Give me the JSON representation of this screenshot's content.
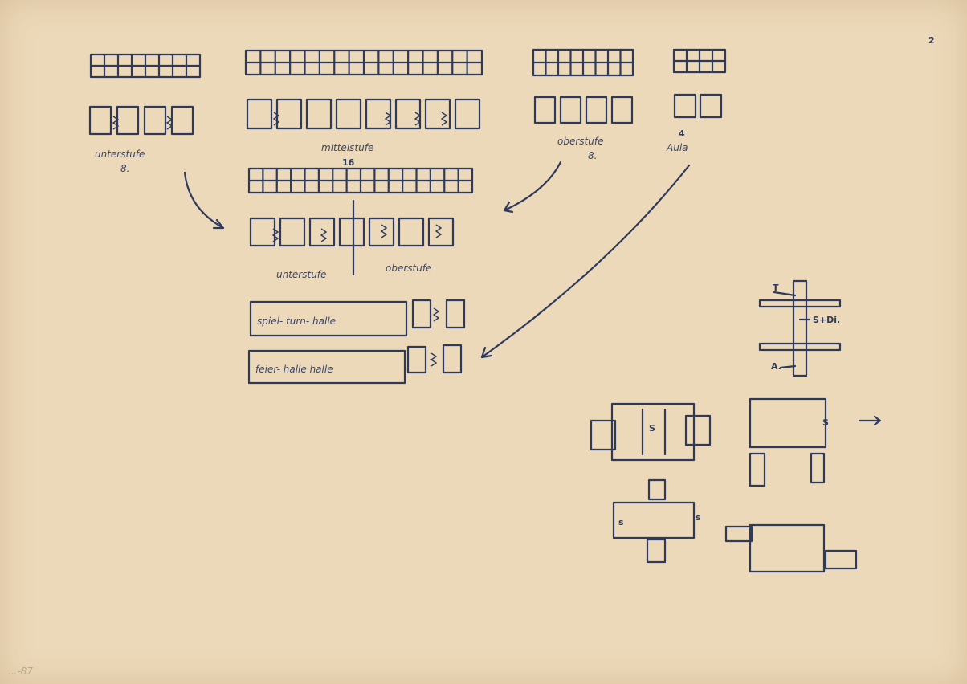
{
  "page_number": "2",
  "groups": [
    {
      "label": "unterstufe",
      "sub": "8."
    },
    {
      "label": "mittelstufe",
      "sub": "16"
    },
    {
      "label": "oberstufe",
      "sub": "8."
    },
    {
      "label": "Aula",
      "sub": "4"
    }
  ],
  "combined": {
    "left_label": "unterstufe",
    "right_label": "oberstufe"
  },
  "long_rooms": [
    "spiel- turn- halle",
    "feier- halle halle"
  ],
  "section": {
    "top": "T",
    "middle": "S+Di.",
    "bottom": "A."
  },
  "plan_marks": [
    "S",
    "S",
    "s",
    "s"
  ],
  "archive_mark": "...-87",
  "colors": {
    "paper": "#ecd9b9",
    "ink": "#2e3a5c"
  }
}
